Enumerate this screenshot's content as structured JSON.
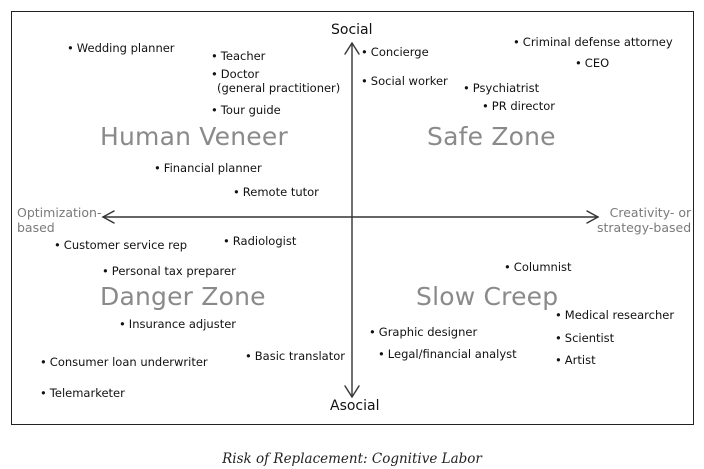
{
  "axes": {
    "top": "Social",
    "bottom": "Asocial",
    "left": "Optimization-\nbased",
    "right": "Creativity- or\nstrategy-based"
  },
  "zones": {
    "top_left": "Human Veneer",
    "top_right": "Safe Zone",
    "bottom_left": "Danger Zone",
    "bottom_right": "Slow Creep"
  },
  "jobs": {
    "bullet": "•",
    "wedding_planner": "Wedding planner",
    "teacher": "Teacher",
    "doctor": "Doctor\n(general practitioner)",
    "tour_guide": "Tour guide",
    "financial_planner": "Financial planner",
    "remote_tutor": "Remote tutor",
    "concierge": "Concierge",
    "social_worker": "Social worker",
    "criminal_defense_attorney": "Criminal defense attorney",
    "ceo": "CEO",
    "psychiatrist": "Psychiatrist",
    "pr_director": "PR director",
    "customer_service_rep": "Customer service rep",
    "radiologist": "Radiologist",
    "personal_tax_preparer": "Personal tax preparer",
    "insurance_adjuster": "Insurance adjuster",
    "consumer_loan_underwriter": "Consumer loan underwriter",
    "basic_translator": "Basic translator",
    "telemarketer": "Telemarketer",
    "columnist": "Columnist",
    "graphic_designer": "Graphic designer",
    "legal_financial_analyst": "Legal/financial analyst",
    "medical_researcher": "Medical researcher",
    "scientist": "Scientist",
    "artist": "Artist"
  },
  "caption": "Risk of Replacement: Cognitive Labor"
}
